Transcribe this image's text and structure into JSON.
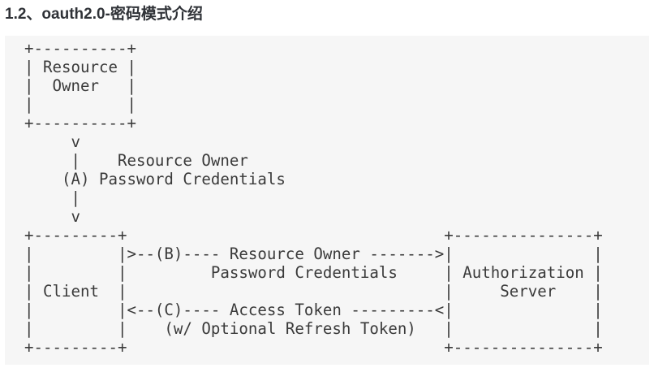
{
  "heading": "1.2、oauth2.0-密码模式介绍",
  "diagram_lines": [
    "+----------+",
    "| Resource |",
    "|  Owner   |",
    "|          |",
    "+----------+",
    "     v",
    "     |    Resource Owner",
    "    (A) Password Credentials",
    "     |",
    "     v",
    "+---------+                                  +---------------+",
    "|         |>--(B)---- Resource Owner ------->|               |",
    "|         |         Password Credentials     | Authorization |",
    "| Client  |                                  |     Server    |",
    "|         |<--(C)---- Access Token ---------<|               |",
    "|         |    (w/ Optional Refresh Token)   |               |",
    "+---------+                                  +---------------+"
  ]
}
